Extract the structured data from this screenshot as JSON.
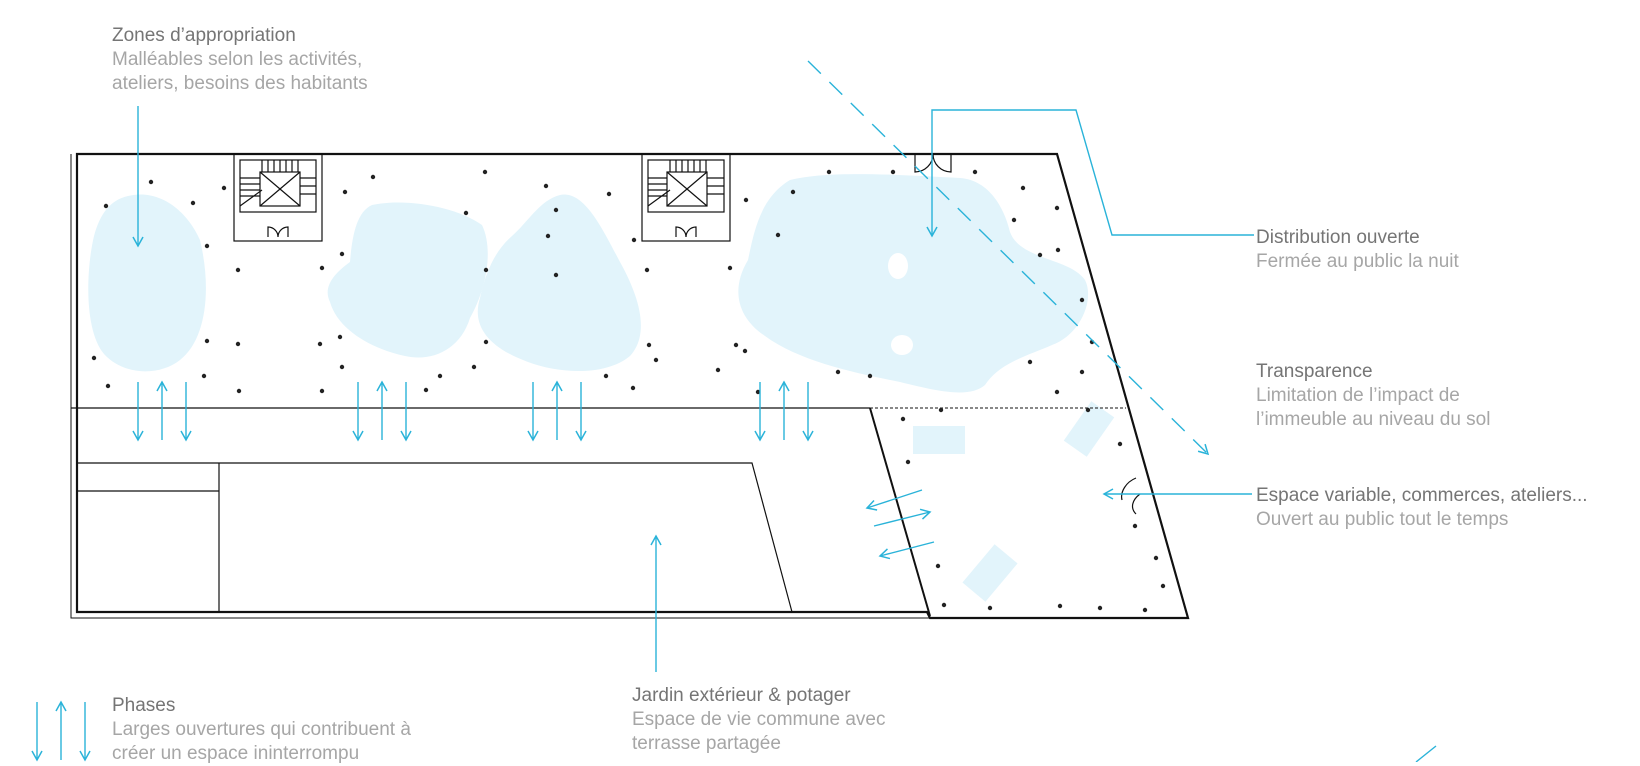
{
  "colors": {
    "accent": "#2ab3d9",
    "zone_fill": "#e2f4fb",
    "ink": "#111111",
    "title_text": "#757575",
    "subtitle_text": "#a6a6a6"
  },
  "annotations": {
    "zones": {
      "title": "Zones d’appropriation",
      "lines": [
        "Malléables selon les activités,",
        "ateliers, besoins des habitants"
      ]
    },
    "distribution": {
      "title": "Distribution ouverte",
      "lines": [
        "Fermée au public la nuit"
      ]
    },
    "transparence": {
      "title": "Transparence",
      "lines": [
        "Limitation de l’impact de",
        "l’immeuble au niveau du sol"
      ]
    },
    "espace": {
      "title": "Espace variable, commerces, ateliers...",
      "lines": [
        "Ouvert au public tout le temps"
      ]
    },
    "jardin": {
      "title": "Jardin extérieur & potager",
      "lines": [
        "Espace de vie commune avec",
        "terrasse partagée"
      ]
    },
    "phases": {
      "title": "Phases",
      "lines": [
        "Larges ouvertures qui contribuent à",
        "créer un espace ininterrompu"
      ]
    }
  }
}
